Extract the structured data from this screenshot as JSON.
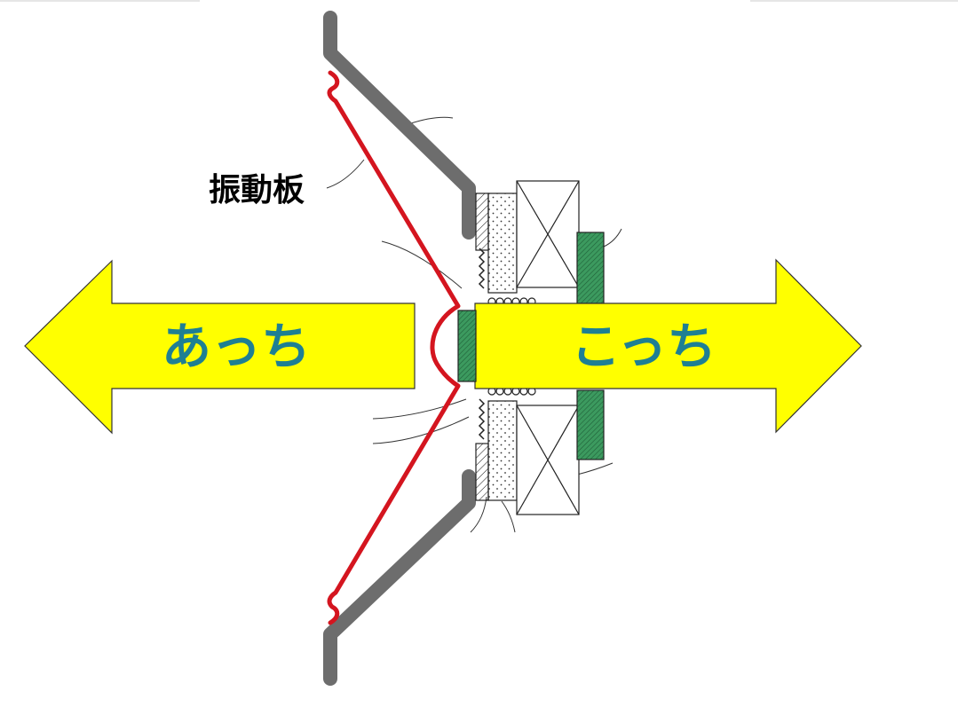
{
  "labels": {
    "diaphragm": "振動板",
    "left_arrow": "あっち",
    "right_arrow": "こっち"
  },
  "colors": {
    "frame": "#6d6d6d",
    "diaphragm": "#d4151f",
    "arrow_fill": "#ffff00",
    "arrow_text": "#1e7f93",
    "green_part": "#2e8b57",
    "outline": "#222222"
  }
}
